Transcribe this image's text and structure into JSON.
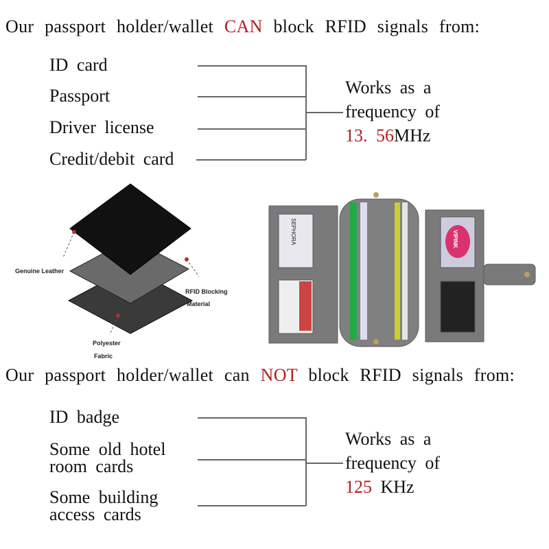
{
  "top": {
    "heading_pre": "Our passport holder/wallet",
    "heading_em": "CAN",
    "heading_post": "block RFID signals from:",
    "items": [
      "ID card",
      "Passport",
      "Driver license",
      "Credit/debit card"
    ],
    "works_line1": "Works as a",
    "works_line2": "frequency of",
    "freq_value": "13. 56",
    "freq_unit": "MHz"
  },
  "layers": {
    "labels": [
      "Genuine Leather",
      "RFID Blocking",
      "Material",
      "Polyester",
      "Fabric"
    ]
  },
  "wallet": {
    "card_brands": [
      "SEPHORA",
      "VIPINK"
    ]
  },
  "bottom": {
    "heading_pre": "Our passport holder/wallet can",
    "heading_em": "NOT",
    "heading_post": "block RFID signals from:",
    "items": [
      "ID badge",
      "Some old hotel",
      "room cards",
      "Some building",
      "access cards"
    ],
    "works_line1": "Works as a",
    "works_line2": "frequency of",
    "freq_value": "125",
    "freq_unit": "KHz"
  },
  "colors": {
    "accent": "#b51d1d",
    "wallet": "#7a7a7a"
  }
}
